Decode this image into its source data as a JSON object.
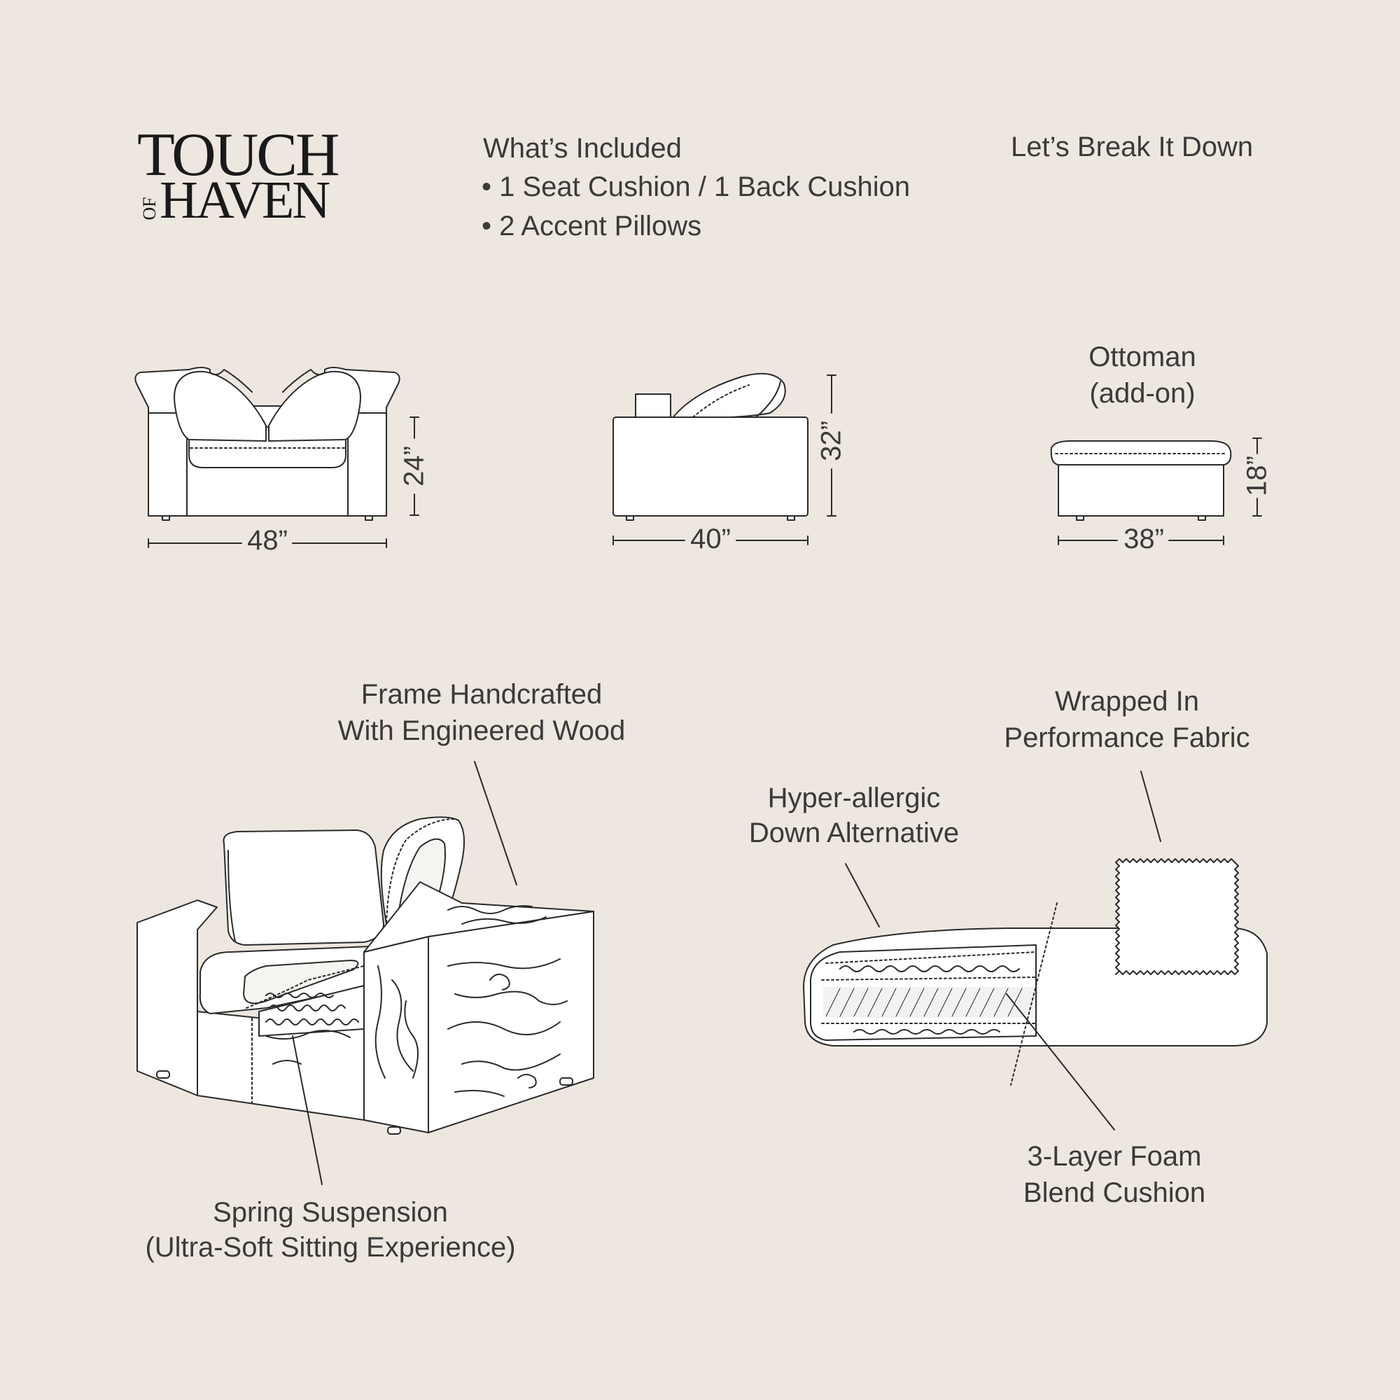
{
  "brand": {
    "line1": "TOUCH",
    "of": "OF",
    "line2": "HAVEN"
  },
  "included": {
    "heading": "What’s Included",
    "items": [
      "• 1 Seat Cushion / 1 Back Cushion",
      "• 2 Accent Pillows"
    ]
  },
  "breakdown_heading": "Let’s Break It Down",
  "dimensions": {
    "front_width": "48”",
    "front_height": "24”",
    "side_depth": "40”",
    "side_height": "32”",
    "ottoman_title": "Ottoman",
    "ottoman_sub": "(add-on)",
    "ottoman_width": "38”",
    "ottoman_height": "18”"
  },
  "callouts": {
    "frame_1": "Frame Handcrafted",
    "frame_2": "With Engineered Wood",
    "spring_1": "Spring Suspension",
    "spring_2": "(Ultra-Soft Sitting Experience)",
    "fabric_1": "Wrapped In",
    "fabric_2": "Performance Fabric",
    "down_1": "Hyper-allergic",
    "down_2": "Down Alternative",
    "foam_1": "3-Layer Foam",
    "foam_2": "Blend Cushion"
  },
  "colors": {
    "background": "#ede7df",
    "line": "#2a2a2a",
    "fill": "#ffffff",
    "text": "#3a3a3a"
  }
}
